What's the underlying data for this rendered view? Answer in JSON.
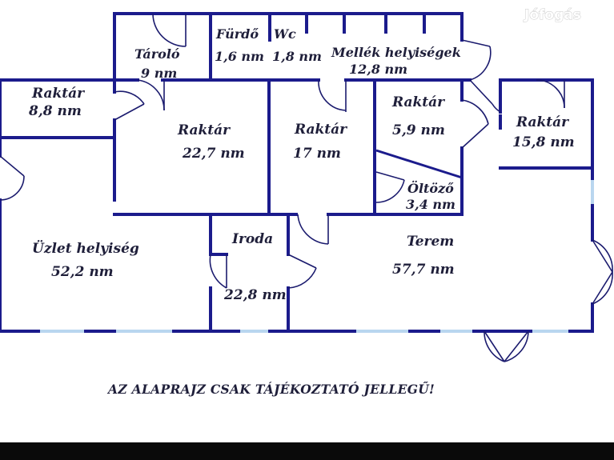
{
  "watermark": "Jófogás",
  "rooms": {
    "taroló": {
      "name": "Tároló",
      "area": "9 nm"
    },
    "furdo": {
      "name": "Fürdő",
      "area": "1,6 nm"
    },
    "wc": {
      "name": "Wc",
      "area": "1,8 nm"
    },
    "mellek": {
      "name": "Mellék helyiségek",
      "area": "12,8 nm"
    },
    "raktar_left": {
      "name": "Raktár",
      "area": "8,8 nm"
    },
    "raktar_big": {
      "name": "Raktár",
      "area": "22,7 nm"
    },
    "raktar_mid": {
      "name": "Raktár",
      "area": "17 nm"
    },
    "raktar_small": {
      "name": "Raktár",
      "area": "5,9 nm"
    },
    "raktar_right": {
      "name": "Raktár",
      "area": "15,8 nm"
    },
    "oltozo": {
      "name": "Öltöző",
      "area": "3,4 nm"
    },
    "uzlet": {
      "name": "Üzlet helyiség",
      "area": "52,2 nm"
    },
    "iroda": {
      "name": "Iroda",
      "area": "22,8 nm"
    },
    "terem": {
      "name": "Terem",
      "area": "57,7 nm"
    }
  },
  "notice": "AZ ALAPRAJZ CSAK TÁJÉKOZTATÓ JELLEGŰ!",
  "colors": {
    "wall": "#1b1b8c",
    "window": "#b9d6ef",
    "text": "#1f1f3a"
  }
}
